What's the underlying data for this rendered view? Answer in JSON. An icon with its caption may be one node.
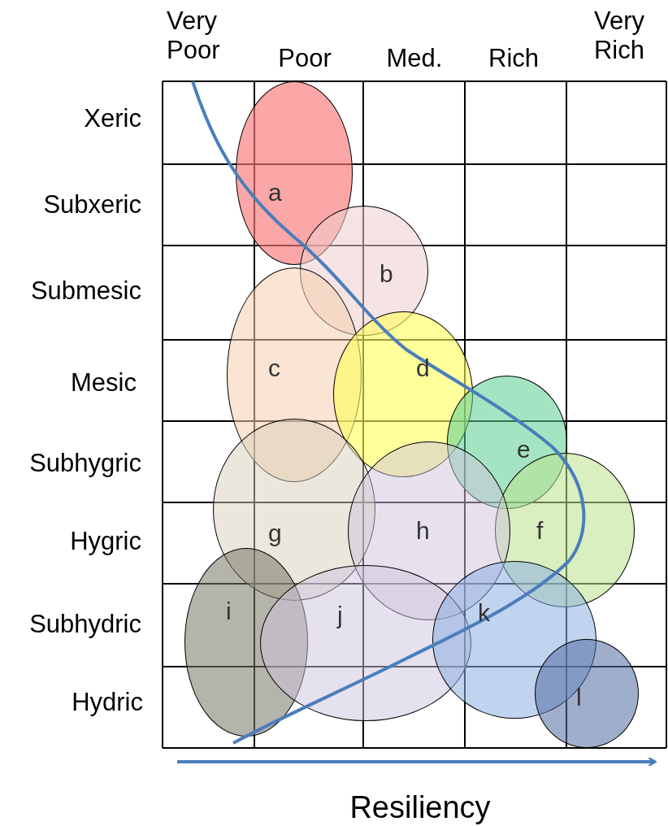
{
  "diagram": {
    "nodes": [
      {
        "text": [
          "a"
        ]
      },
      {
        "text": [
          "b"
        ]
      },
      {
        "text": [
          "c"
        ]
      },
      {
        "text": [
          "d"
        ]
      },
      {
        "text": [
          "e"
        ]
      },
      {
        "text": [
          "f"
        ]
      },
      {
        "text": [
          "g"
        ]
      },
      {
        "text": [
          "h"
        ]
      },
      {
        "text": [
          "i"
        ]
      },
      {
        "text": [
          "j"
        ]
      },
      {
        "text": [
          "k"
        ]
      },
      {
        "text": [
          "l"
        ]
      }
    ],
    "edges": [],
    "labels": [
      "Very Poor",
      "Poor",
      "Med.",
      "Rich",
      "Very Rich",
      "Xeric",
      "Subxeric",
      "Submesic",
      "Mesic",
      "Subhygric",
      "Hygric",
      "Subhydric",
      "Hydric",
      "Resiliency"
    ]
  }
}
